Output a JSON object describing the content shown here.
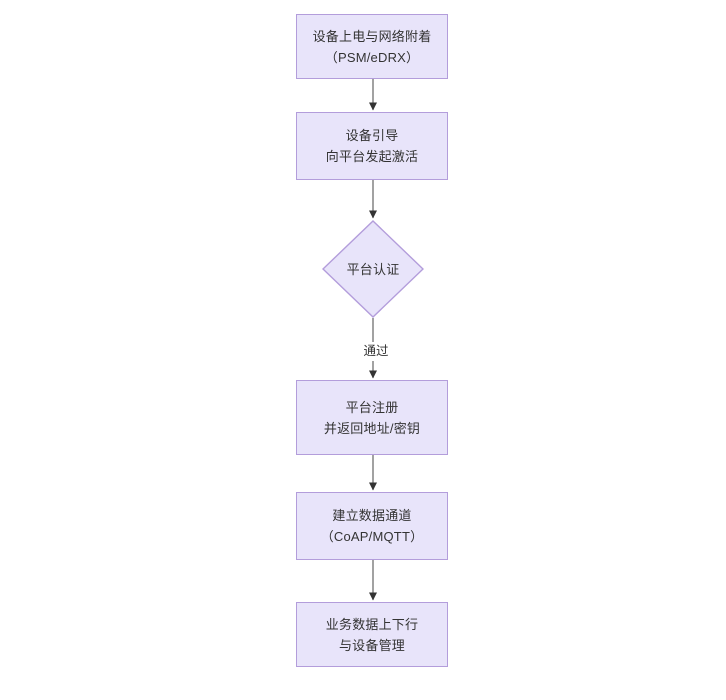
{
  "diagram": {
    "type": "flowchart",
    "orientation": "top-to-bottom",
    "title": "",
    "colors": {
      "node_fill": "#e8e4fa",
      "node_border": "#b39ddb",
      "text": "#333333",
      "edge_line": "#555555",
      "background": "#ffffff"
    },
    "nodes": [
      {
        "id": "n1",
        "shape": "rectangle",
        "lines": [
          "设备上电与网络附着",
          "（PSM/eDRX）"
        ]
      },
      {
        "id": "n2",
        "shape": "rectangle",
        "lines": [
          "设备引导",
          "向平台发起激活"
        ]
      },
      {
        "id": "n3",
        "shape": "diamond",
        "lines": [
          "平台认证"
        ]
      },
      {
        "id": "n4",
        "shape": "rectangle",
        "lines": [
          "平台注册",
          "并返回地址/密钥"
        ]
      },
      {
        "id": "n5",
        "shape": "rectangle",
        "lines": [
          "建立数据通道",
          "（CoAP/MQTT）"
        ]
      },
      {
        "id": "n6",
        "shape": "rectangle",
        "lines": [
          "业务数据上下行",
          "与设备管理"
        ]
      }
    ],
    "edges": [
      {
        "from": "n1",
        "to": "n2",
        "label": ""
      },
      {
        "from": "n2",
        "to": "n3",
        "label": ""
      },
      {
        "from": "n3",
        "to": "n4",
        "label": "通过"
      },
      {
        "from": "n4",
        "to": "n5",
        "label": ""
      },
      {
        "from": "n5",
        "to": "n6",
        "label": ""
      }
    ]
  }
}
